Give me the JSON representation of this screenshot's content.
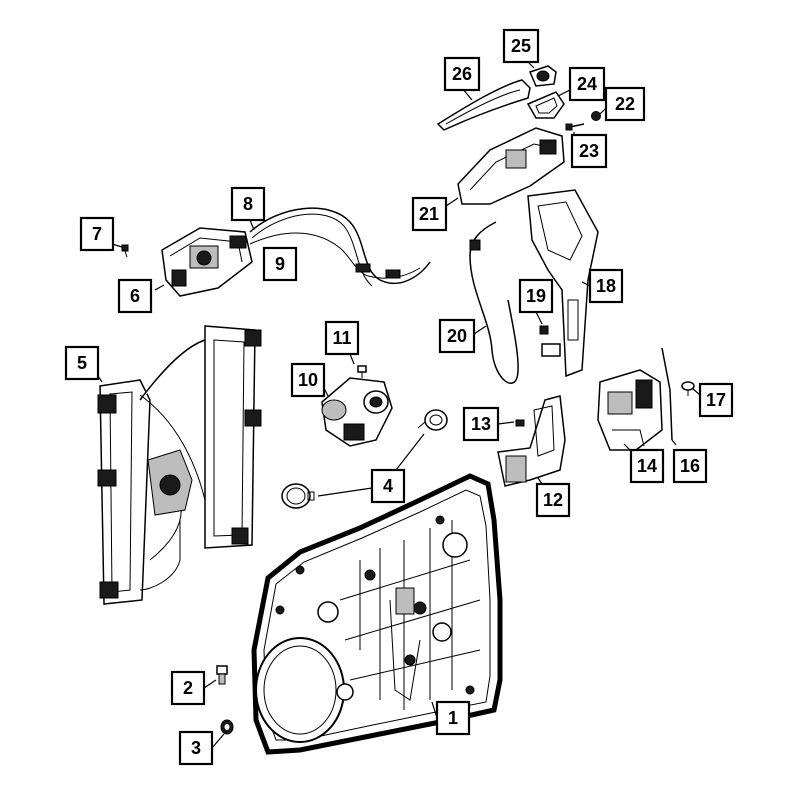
{
  "colors": {
    "ink": "#000000",
    "background": "#ffffff",
    "shade": "#bdbdbd"
  },
  "callouts": [
    {
      "id": "c1",
      "label": "1"
    },
    {
      "id": "c2",
      "label": "2"
    },
    {
      "id": "c3",
      "label": "3"
    },
    {
      "id": "c4",
      "label": "4"
    },
    {
      "id": "c5",
      "label": "5"
    },
    {
      "id": "c6",
      "label": "6"
    },
    {
      "id": "c7",
      "label": "7"
    },
    {
      "id": "c8",
      "label": "8"
    },
    {
      "id": "c9",
      "label": "9"
    },
    {
      "id": "c10",
      "label": "10"
    },
    {
      "id": "c11",
      "label": "11"
    },
    {
      "id": "c12",
      "label": "12"
    },
    {
      "id": "c13",
      "label": "13"
    },
    {
      "id": "c14",
      "label": "14"
    },
    {
      "id": "c16",
      "label": "16"
    },
    {
      "id": "c17",
      "label": "17"
    },
    {
      "id": "c18",
      "label": "18"
    },
    {
      "id": "c19",
      "label": "19"
    },
    {
      "id": "c20",
      "label": "20"
    },
    {
      "id": "c21",
      "label": "21"
    },
    {
      "id": "c22",
      "label": "22"
    },
    {
      "id": "c23",
      "label": "23"
    },
    {
      "id": "c24",
      "label": "24"
    },
    {
      "id": "c25",
      "label": "25"
    },
    {
      "id": "c26",
      "label": "26"
    }
  ]
}
